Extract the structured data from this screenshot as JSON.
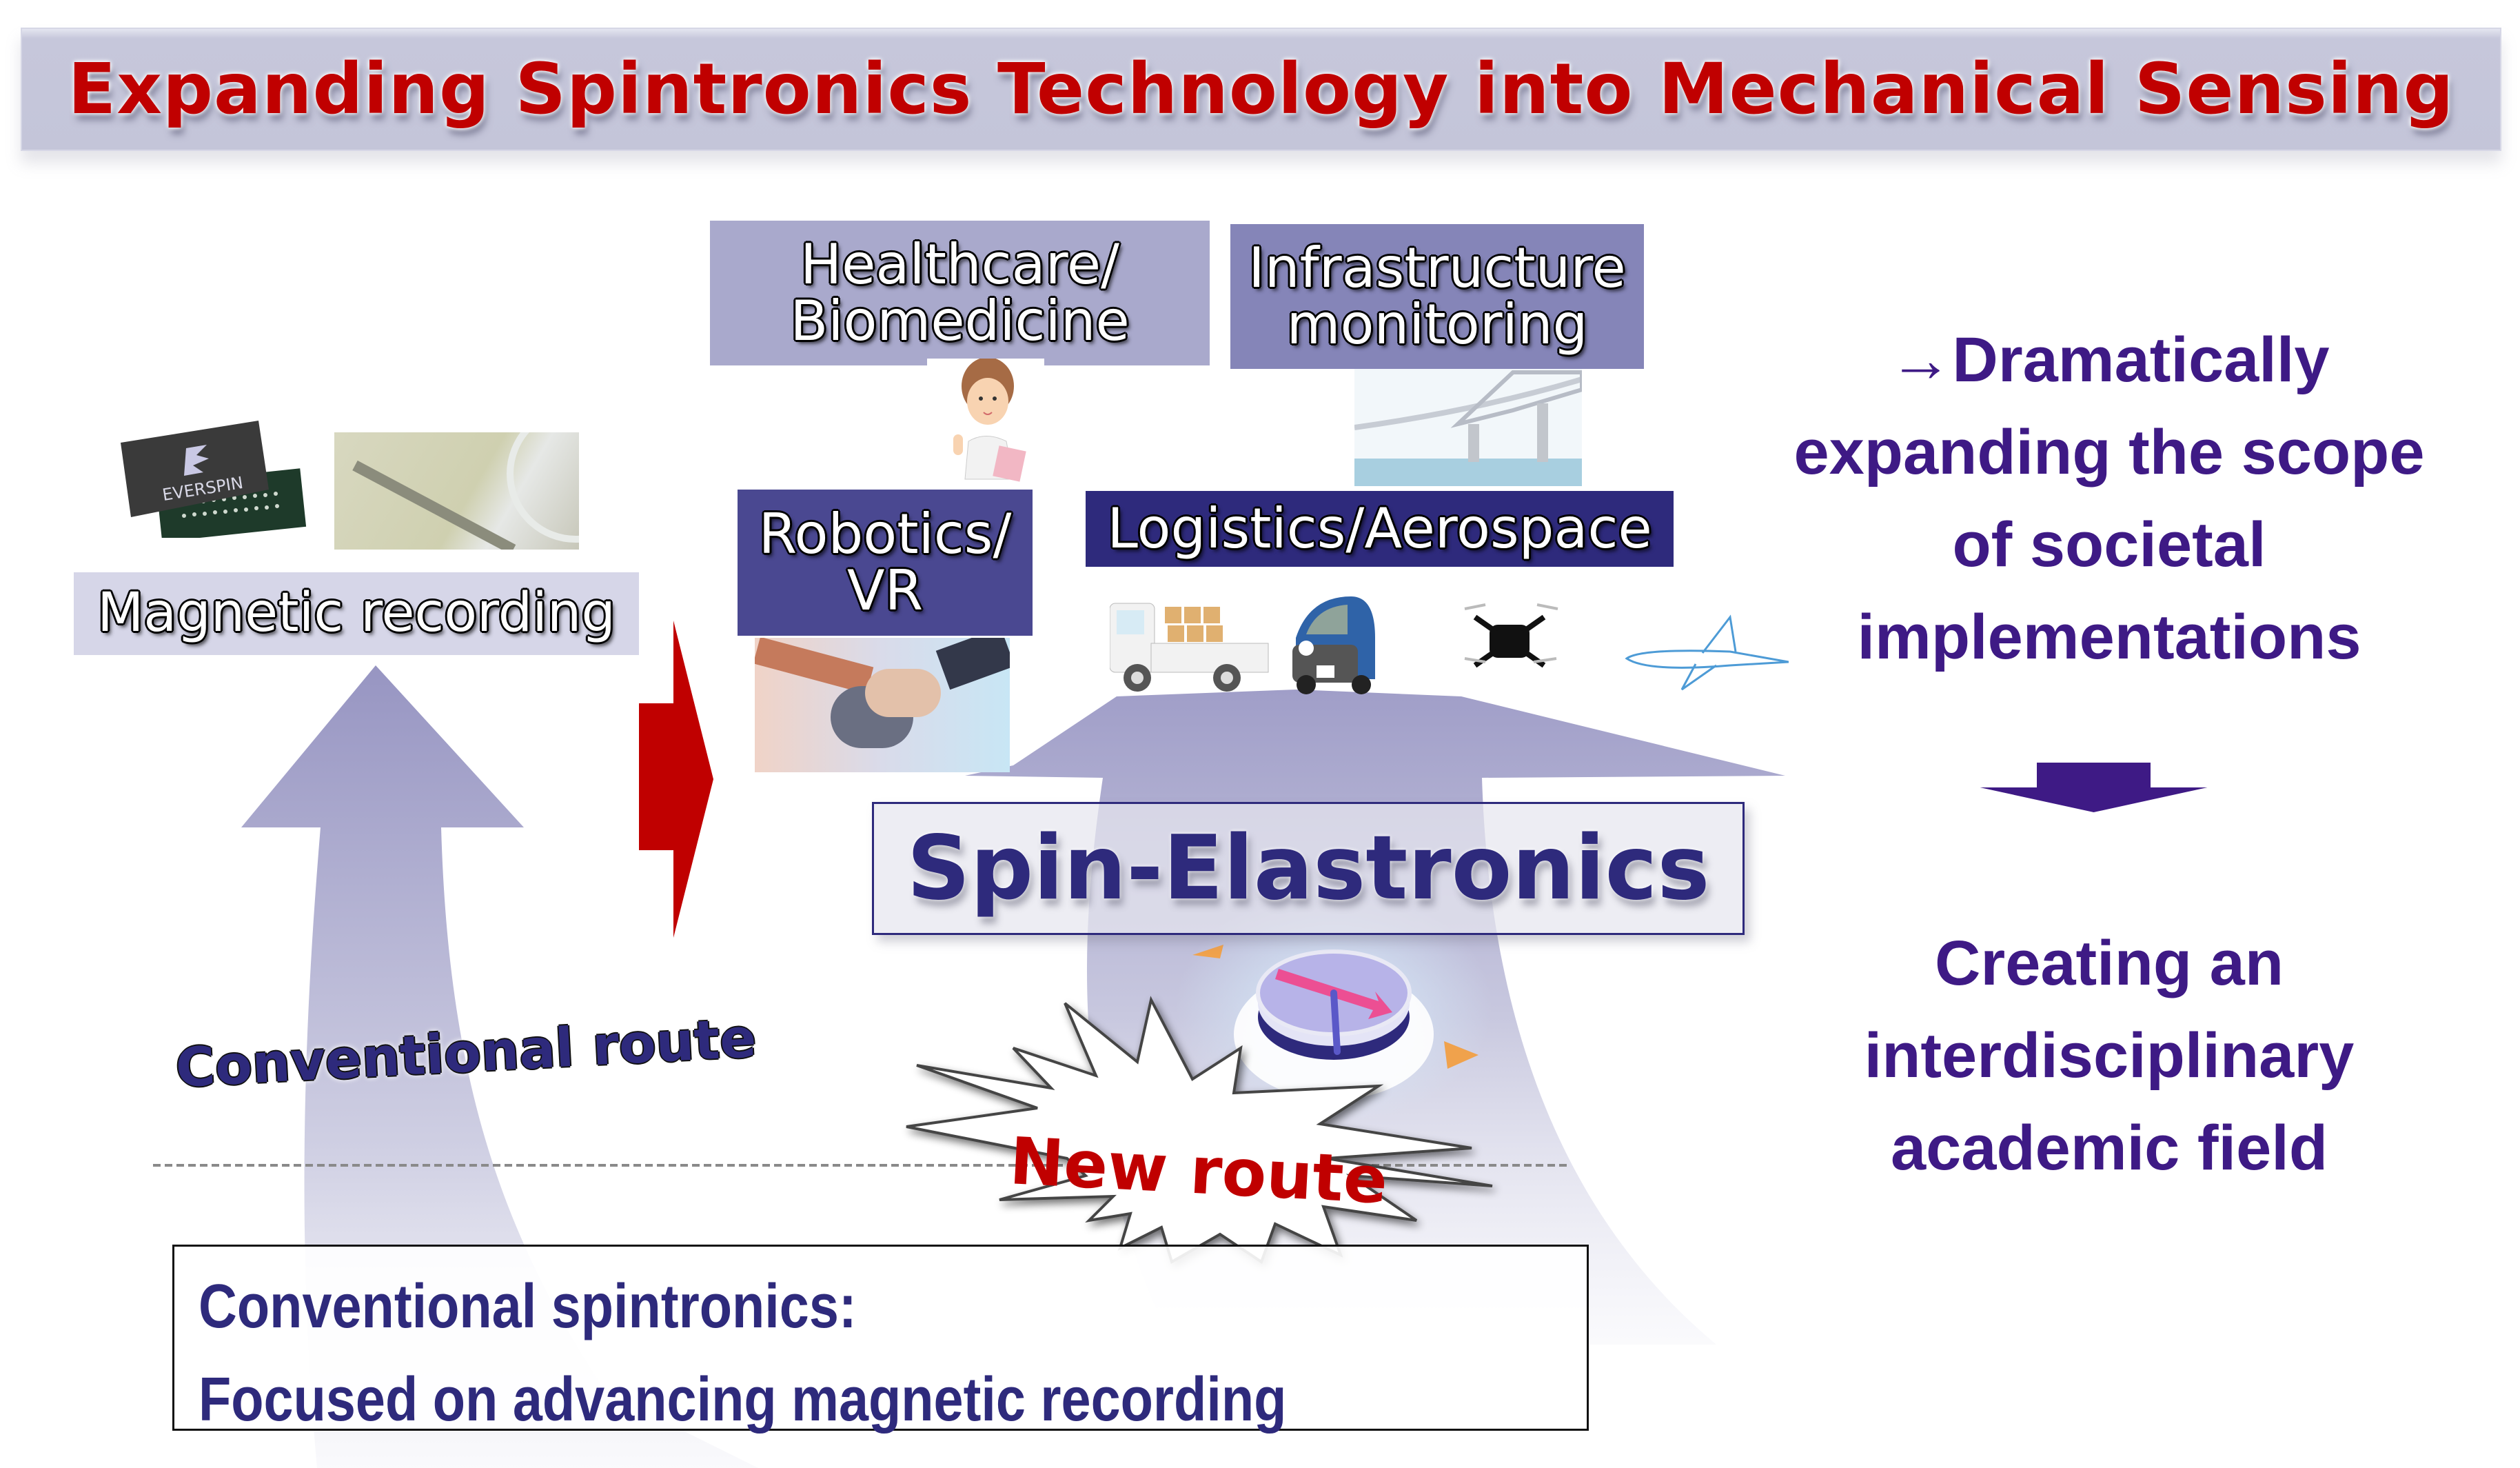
{
  "title": "Expanding Spintronics Technology into Mechanical Sensing",
  "left_column": {
    "label": "Magnetic recording",
    "images": [
      {
        "icon": "mram-chip-icon",
        "caption": "EVERSPIN"
      },
      {
        "icon": "hard-disk-drive-icon"
      }
    ],
    "route_label": "Conventional route"
  },
  "applications": [
    {
      "id": "healthcare",
      "lines": [
        "Healthcare/",
        "Biomedicine"
      ],
      "icon": "doctor-icon",
      "color": "#a9a9cc"
    },
    {
      "id": "infrastructure",
      "lines": [
        "Infrastructure",
        "monitoring"
      ],
      "icon": "bridge-icon",
      "color": "#8585b8"
    },
    {
      "id": "robotics",
      "lines": [
        "Robotics/",
        "VR"
      ],
      "icon": "robot-handshake-icon",
      "color": "#4a4891"
    },
    {
      "id": "logistics",
      "lines": [
        "Logistics/Aerospace"
      ],
      "icons": [
        "truck-icon",
        "car-icon",
        "drone-icon",
        "airplane-icon"
      ],
      "color": "#2e2a7c"
    }
  ],
  "center": {
    "label": "Spin-Elastronics",
    "device_icon": "magnetic-disc-strain-icon",
    "new_route_label": "New route"
  },
  "bottom_box": {
    "line1": "Conventional spintronics:",
    "line2": "Focused on advancing magnetic recording"
  },
  "right_column": {
    "top_lines": [
      "→Dramatically",
      "expanding the scope",
      "of societal",
      "implementations"
    ],
    "bottom_lines": [
      "Creating an",
      "interdisciplinary",
      "academic field"
    ],
    "text_color": "#3e1a85"
  },
  "colors": {
    "title_red": "#c00000",
    "navy": "#2e2a7c",
    "arrow_lavender": "#a5a5c9",
    "red_arrow": "#c00000"
  }
}
